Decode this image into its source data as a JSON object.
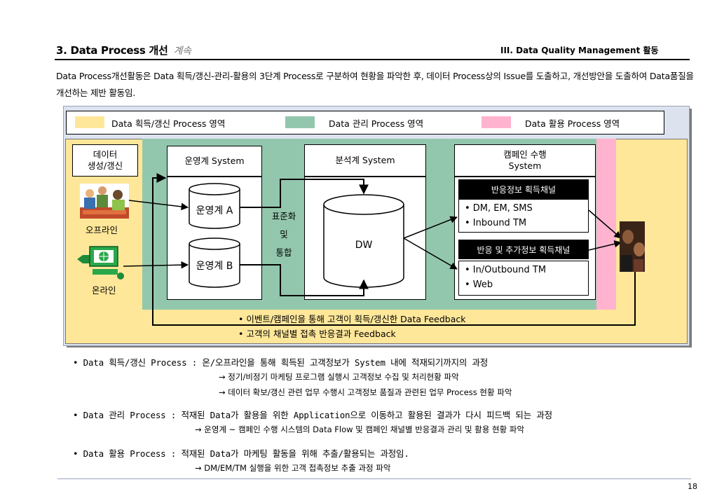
{
  "header": {
    "title": "3. Data Process 개선",
    "title_sub": "계속",
    "section": "III.  Data Quality Management 활동"
  },
  "intro": "Data Process개선활동은 Data 획득/갱신-관리-활용의 3단계 Process로 구분하여 현황을 파악한 후, 데이터 Process상의 Issue를 도출하고, 개선방안을 도출하여 Data품질을 개선하는 제반 활동임.",
  "legend": [
    {
      "label": "Data 획득/갱신 Process 영역",
      "color": "#ffe79a"
    },
    {
      "label": "Data 관리 Process 영역",
      "color": "#93c7ad"
    },
    {
      "label": "Data 활용 Process 영역",
      "color": "#ffb3cf"
    }
  ],
  "diagram": {
    "source_header": "데이터\n생성/갱신",
    "offline_label": "오프라인",
    "online_label": "온라인",
    "ops_header": "운영계 System",
    "ops_a": "운영계 A",
    "ops_b": "운영계 B",
    "transform_label": "표준화\n및\n통합",
    "analysis_header": "분석계 System",
    "dw_label": "DW",
    "campaign_header": "캠페인 수행\nSystem",
    "channel1_title": "반응정보 획득채널",
    "channel1_items": [
      "• DM, EM, SMS",
      "• Inbound TM"
    ],
    "channel2_title": "반응 및 추가정보 획득채널",
    "channel2_items": [
      "• In/Outbound TM",
      "• Web"
    ],
    "feedback1": "• 이벤트/캠페인을 통해 고객이 획득/갱신한 Data Feedback",
    "feedback2": "• 고객의 채널별 접촉 반응결과 Feedback"
  },
  "bullets": [
    {
      "title": "• Data 획득/갱신 Process : 온/오프라인을 통해 획득된 고객정보가 System 내에 적재되기까지의 과정",
      "subs": [
        "→ 정기/비정기 마케팅 프로그램 실행시 고객정보 수집 및 처리현황 파악",
        "→ 데이터 확보/갱신 관련 업무 수행시 고객정보 품질과 관련된 업무 Process 현황 파악"
      ]
    },
    {
      "title": "• Data 관리 Process : 적재된 Data가 활용을 위한 Application으로 이동하고 활용된 결과가 다시 피드백 되는 과정",
      "subs": [
        "→ 운영계 ~ 캠페인 수행 시스템의 Data Flow 및 캠페인 채널별 반응결과 관리 및 활용 현황 파악"
      ]
    },
    {
      "title": "• Data 활용 Process : 적재된 Data가 마케팅 활동을 위해 추출/활용되는 과정임.",
      "subs": [
        "→ DM/EM/TM 실행을 위한 고객 접촉정보 추출 과정 파악"
      ]
    }
  ],
  "page_number": "18"
}
